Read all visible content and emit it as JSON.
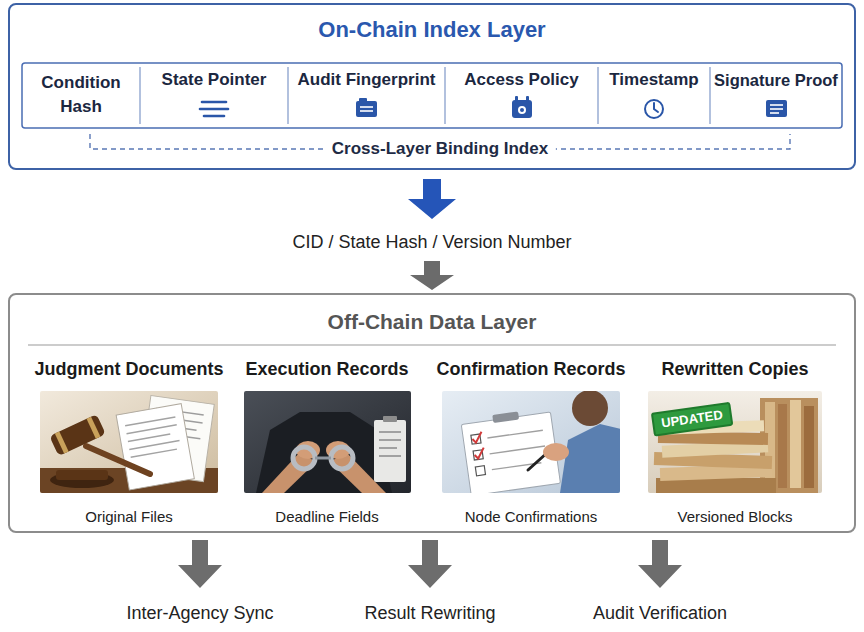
{
  "diagram": {
    "nodes": [
      {
        "text": [
          "On-Chain Index Layer"
        ]
      },
      {
        "text": [
          "Condition Hash"
        ],
        "in": 0
      },
      {
        "text": [
          "State Pointer"
        ],
        "in": 0
      },
      {
        "text": [
          "Audit Fingerprint"
        ],
        "in": 0
      },
      {
        "text": [
          "Access Policy"
        ],
        "in": 0
      },
      {
        "text": [
          "Timestamp"
        ],
        "in": 0
      },
      {
        "text": [
          "Signature Proof"
        ],
        "in": 0
      },
      {
        "text": [
          "Off-Chain Data Layer"
        ]
      },
      {
        "text": [
          "Judgment Documents",
          "Original Files"
        ],
        "in": 7
      },
      {
        "text": [
          "Execution Records",
          "Deadline Fields"
        ],
        "in": 7
      },
      {
        "text": [
          "Confirmation Records",
          "Node Confirmations"
        ],
        "in": 7
      },
      {
        "text": [
          "Rewritten Copies",
          "Versioned Blocks"
        ],
        "in": 7
      }
    ],
    "edges": [
      {
        "from": 0,
        "to": 7,
        "label": "CID / State Hash / Version Number",
        "arrow": "to"
      }
    ],
    "labels": [
      "Cross-Layer Binding Index",
      "UPDATED",
      "Inter-Agency Sync",
      "Result Rewriting",
      "Audit Verification"
    ]
  }
}
